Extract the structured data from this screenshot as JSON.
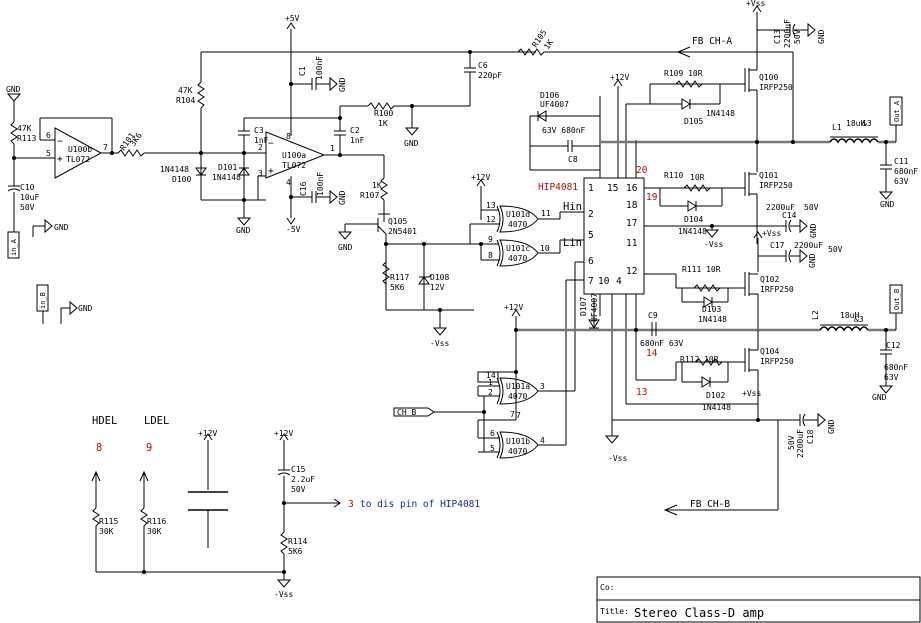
{
  "supplies": {
    "vss_top": "+Vss",
    "v5_plus": "+5V",
    "v5_minus": "-5V",
    "v12_a": "+12V",
    "v12_b": "+12V",
    "v12_c": "+12V",
    "v12_d": "+12V",
    "v12_e": "+12V",
    "vss_mid": "+Vss",
    "vss_mid2": "+Vss",
    "neg_vss_a": "-Vss",
    "neg_vss_b": "-Vss",
    "neg_vss_c": "-Vss",
    "neg_vss_d": "-Vss",
    "gnd": "GND"
  },
  "components": {
    "r113": [
      "47K",
      "R113"
    ],
    "u100b": [
      "U100b",
      "TL072"
    ],
    "r101": [
      "R101",
      "3K6"
    ],
    "c10": [
      "C10",
      "10uF",
      "50V"
    ],
    "in_a": "in_A",
    "in_b": "in_B",
    "r104": [
      "47K",
      "R104"
    ],
    "d100": [
      "1N4148",
      "D100"
    ],
    "d101": [
      "D101",
      "1N4148"
    ],
    "c3": [
      "C3",
      "1nF"
    ],
    "u100a": [
      "U100a",
      "TL072"
    ],
    "c1": [
      "C1",
      "100nF"
    ],
    "c16": [
      "C16",
      "100nF"
    ],
    "r100": [
      "R100",
      "1K"
    ],
    "c2": [
      "C2",
      "1nF"
    ],
    "c6": [
      "C6",
      "220pF"
    ],
    "r105": [
      "R105",
      "1K"
    ],
    "fb_cha": "FB CH-A",
    "c13": [
      "C13",
      "2200uF",
      "50V"
    ],
    "r107": [
      "1K",
      "R107"
    ],
    "q105": [
      "Q105",
      "2N5401"
    ],
    "r117": [
      "R117",
      "5K6"
    ],
    "d108": [
      "D108",
      "12V"
    ],
    "u101d": [
      "U101d",
      "4070"
    ],
    "u101c": [
      "U101c",
      "4070"
    ],
    "u101a": [
      "U101a",
      "4070"
    ],
    "u101b": [
      "U101b",
      "4070"
    ],
    "ch_b": "CH B",
    "hip": "HIP4081",
    "hin": "Hin",
    "lin": "Lin",
    "d106": [
      "D106",
      "UF4007"
    ],
    "c8": [
      "63V 680nF",
      "C8"
    ],
    "d107": [
      "D107",
      "UF4007"
    ],
    "c9": [
      "C9",
      "680nF 63V"
    ],
    "r109": "R109 10R",
    "d105": [
      "D105",
      "1N4148"
    ],
    "q100": [
      "Q100",
      "IRFP250"
    ],
    "r110": [
      "R110",
      "10R"
    ],
    "d104": [
      "D104",
      "1N4148"
    ],
    "q101": [
      "Q101",
      "IRFP250"
    ],
    "r111": "R111 10R",
    "d103": [
      "D103",
      "1N4148"
    ],
    "q102": [
      "Q102",
      "IRFP250"
    ],
    "r112": "R112 10R",
    "d102": [
      "D102",
      "1N4148"
    ],
    "q104": [
      "Q104",
      "IRFP250"
    ],
    "l1": [
      "L1",
      "18uH",
      "&3"
    ],
    "l2": [
      "L2",
      "18uH",
      "&3"
    ],
    "c11": [
      "C11",
      "680nF",
      "63V"
    ],
    "c12": [
      "C12",
      "680nF",
      "63V"
    ],
    "c14": [
      "2200uF",
      "50V",
      "C14"
    ],
    "c17": [
      "C17",
      "2200uF",
      "50V"
    ],
    "c18": [
      "50V",
      "2200uF",
      "C18"
    ],
    "out_a": "Out_A",
    "out_b": "Out_B",
    "fb_chb": "FB CH-B",
    "hdel": "HDEL",
    "ldel": "LDEL",
    "hdel_pin": "8",
    "ldel_pin": "9",
    "r115": [
      "R115",
      "30K"
    ],
    "r116": [
      "R116",
      "30K"
    ],
    "c15": [
      "C15",
      "2.2uF",
      "50V"
    ],
    "r114": [
      "R114",
      "5K6"
    ],
    "dis_pin": "3",
    "dis_note": "to dis pin of HIP4081"
  },
  "pins": {
    "u100b": [
      "6",
      "5",
      "7"
    ],
    "u100a": [
      "2",
      "3",
      "1",
      "8",
      "4"
    ],
    "u101d": [
      "13",
      "12",
      "11"
    ],
    "u101c": [
      "9",
      "8",
      "10"
    ],
    "u101a": [
      "14",
      "1",
      "2",
      "3"
    ],
    "u101b": [
      "6",
      "5",
      "7",
      "4"
    ],
    "hip_inner": [
      "1",
      "15",
      "16",
      "2",
      "5",
      "6",
      "7",
      "10",
      "4",
      "12",
      "11",
      "17",
      "18"
    ],
    "hip_red": [
      "20",
      "19",
      "14",
      "13"
    ]
  },
  "title_block": {
    "co_label": "Co:",
    "co_value": "",
    "title_label": "Title:",
    "title_value": "Stereo Class-D amp"
  }
}
